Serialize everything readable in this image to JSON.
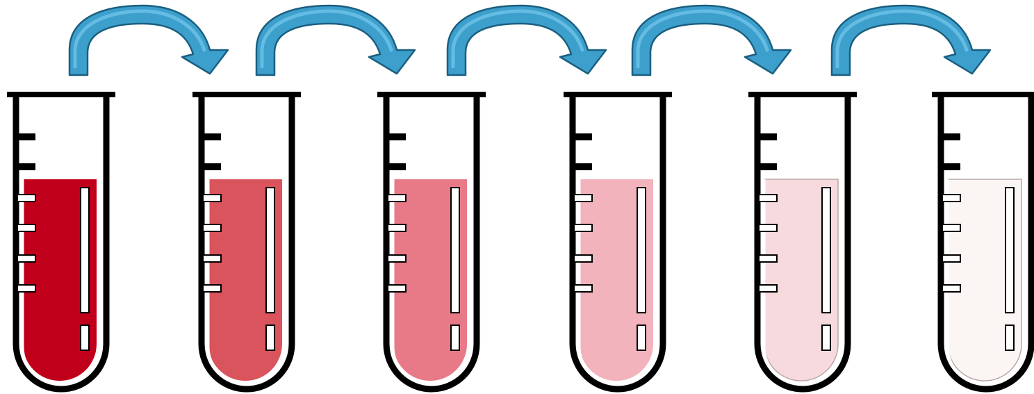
{
  "diagram": {
    "type": "serial-dilution",
    "tube_count": 6,
    "arrow_count": 5,
    "tube_fill_colors": [
      "#c0001b",
      "#d9545c",
      "#e87a88",
      "#f3b3bc",
      "#f6dade",
      "#fbf6f4"
    ],
    "tube_outline_color": "#000000",
    "marking_color": "#000000",
    "arrow_fill_color": "#3d9fcc",
    "arrow_highlight_color": "#6fc3e8",
    "arrow_outline_color": "#1a5f80",
    "tubes": [
      {
        "name": "tube-1",
        "dilution_level": 0
      },
      {
        "name": "tube-2",
        "dilution_level": 1
      },
      {
        "name": "tube-3",
        "dilution_level": 2
      },
      {
        "name": "tube-4",
        "dilution_level": 3
      },
      {
        "name": "tube-5",
        "dilution_level": 4
      },
      {
        "name": "tube-6",
        "dilution_level": 5
      }
    ],
    "transfers": [
      {
        "from": "tube-1",
        "to": "tube-2"
      },
      {
        "from": "tube-2",
        "to": "tube-3"
      },
      {
        "from": "tube-3",
        "to": "tube-4"
      },
      {
        "from": "tube-4",
        "to": "tube-5"
      },
      {
        "from": "tube-5",
        "to": "tube-6"
      }
    ]
  }
}
